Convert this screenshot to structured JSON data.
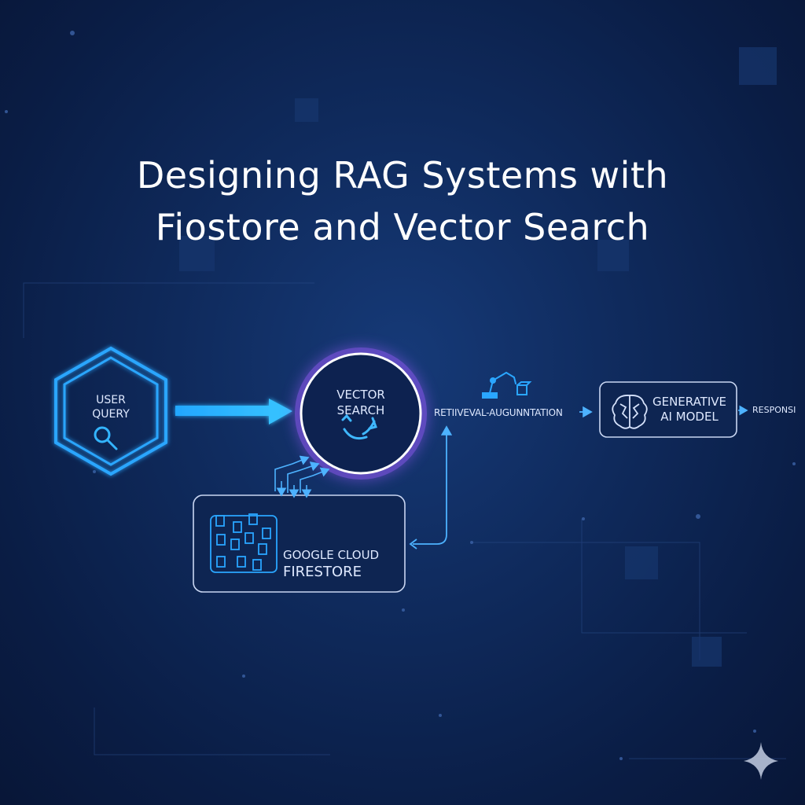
{
  "title": {
    "line1": "Designing RAG Systems with",
    "line2": "Fiostore and Vector Search"
  },
  "nodes": {
    "user_query": {
      "line1": "USER",
      "line2": "QUERY",
      "icon": "magnifier-icon"
    },
    "vector_search": {
      "line1": "VECTOR",
      "line2": "SEARCH",
      "icon": "refresh-arrows-icon"
    },
    "retrieval": {
      "label": "RETIIVEVAL-AUGUNNTATION",
      "icon": "robot-arm-icon"
    },
    "generative_ai": {
      "line1": "GENERATIVE",
      "line2": "AI MODEL",
      "icon": "brain-icon"
    },
    "response": {
      "label": "RESPONSI"
    },
    "firestore": {
      "line1": "GOOGLE CLOUD",
      "line2": "FIRESTORE",
      "icon": "documents-grid-icon"
    }
  },
  "colors": {
    "accent_blue": "#29a3ff",
    "accent_purple": "#9b5cff",
    "text": "#dfe9ff",
    "background": "#0f2a5c"
  }
}
